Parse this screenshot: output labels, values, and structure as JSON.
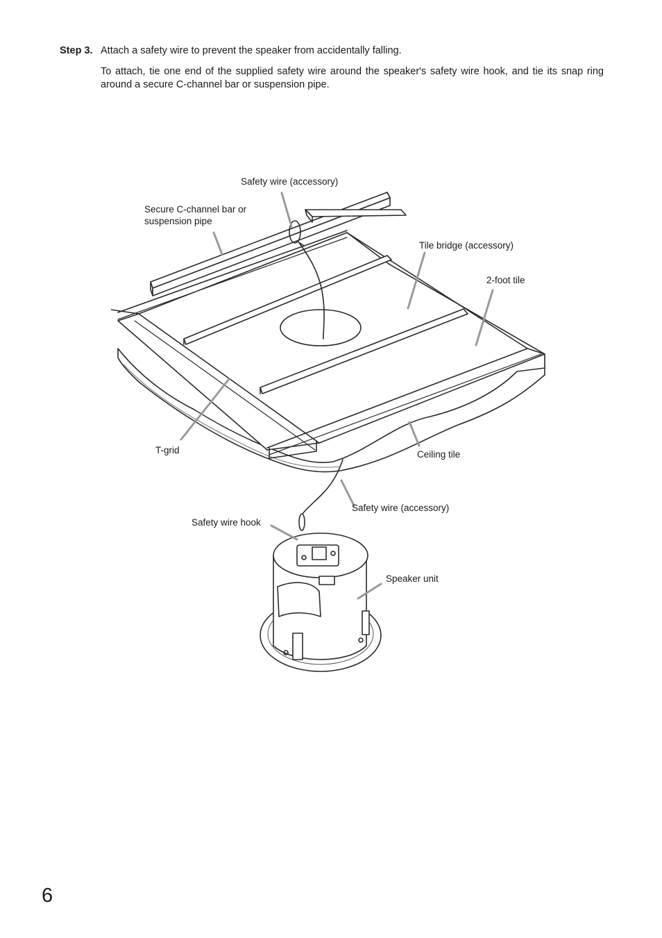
{
  "step": {
    "number": "Step 3.",
    "title": "Attach a safety wire to prevent the speaker from accidentally falling.",
    "body": "To attach, tie one end of the supplied safety wire around the speaker's safety wire hook, and tie its snap ring around a secure C-channel bar or suspension pipe."
  },
  "figure": {
    "labels": {
      "safety_wire_top": "Safety wire (accessory)",
      "c_channel_line1": "Secure C-channel bar or",
      "c_channel_line2": "suspension pipe",
      "tile_bridge": "Tile bridge (accessory)",
      "two_foot_tile": "2-foot tile",
      "t_grid": "T-grid",
      "ceiling_tile": "Ceiling tile",
      "safety_wire_bottom": "Safety wire (accessory)",
      "safety_wire_hook": "Safety wire hook",
      "speaker_unit": "Speaker unit"
    }
  },
  "page_number": "6"
}
